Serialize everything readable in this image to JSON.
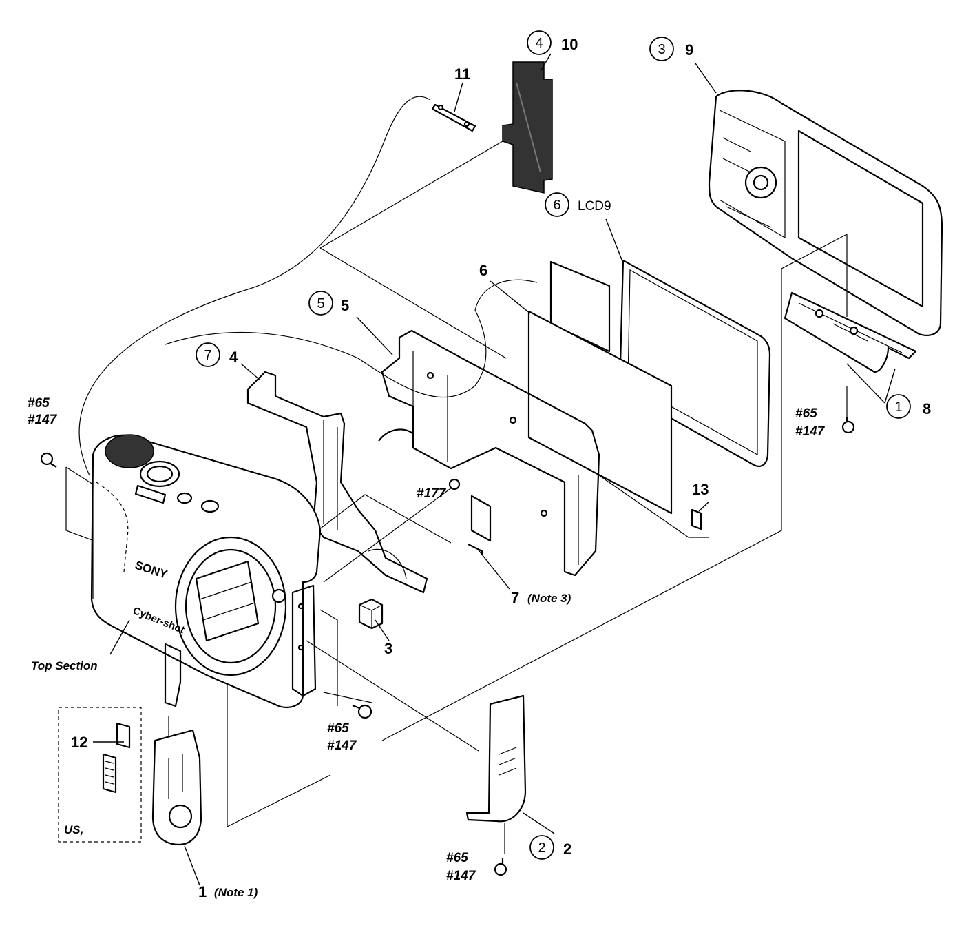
{
  "callouts": {
    "circled": [
      {
        "text": "4"
      },
      {
        "text": "3"
      },
      {
        "text": "6"
      },
      {
        "text": "5"
      },
      {
        "text": "7"
      },
      {
        "text": "1"
      },
      {
        "text": "2"
      }
    ],
    "parts": [
      {
        "text": "10"
      },
      {
        "text": "9"
      },
      {
        "text": "11"
      },
      {
        "text": "6"
      },
      {
        "text": "5"
      },
      {
        "text": "4"
      },
      {
        "text": "8"
      },
      {
        "text": "13"
      },
      {
        "text": "3"
      },
      {
        "text": "12"
      },
      {
        "text": "2"
      },
      {
        "text": "7",
        "note": "(Note 3)"
      },
      {
        "text": "1",
        "note": "(Note 1)"
      }
    ],
    "lcd_label": "LCD9",
    "screws": [
      {
        "line1": "#65",
        "line2": "#147"
      },
      {
        "line1": "#65",
        "line2": "#147"
      },
      {
        "line1": "#177"
      },
      {
        "line1": "#65",
        "line2": "#147"
      },
      {
        "line1": "#65",
        "line2": "#147"
      }
    ],
    "top_section": "Top Section",
    "region": "US,"
  }
}
